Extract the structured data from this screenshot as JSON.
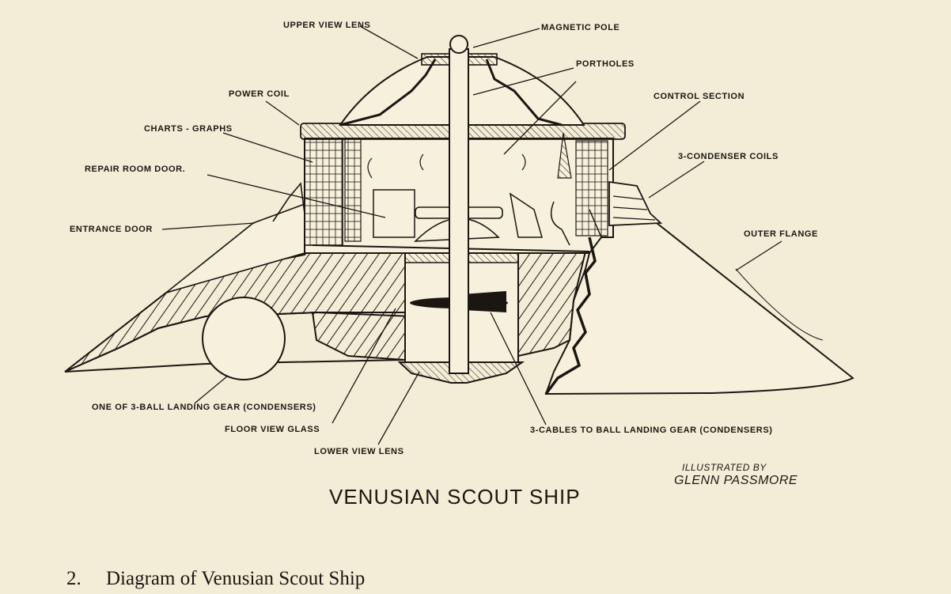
{
  "diagram": {
    "labels": {
      "upper_view_lens": "UPPER VIEW LENS",
      "magnetic_pole": "MAGNETIC POLE",
      "portholes": "PORTHOLES",
      "power_coil": "POWER COIL",
      "control_section": "CONTROL SECTION",
      "charts_graphs": "CHARTS - GRAPHS",
      "condenser_coils": "3-CONDENSER COILS",
      "repair_room_door": "REPAIR ROOM DOOR.",
      "entrance_door": "ENTRANCE DOOR",
      "outer_flange": "OUTER FLANGE",
      "ball_landing_gear": "ONE OF 3-BALL LANDING GEAR (CONDENSERS)",
      "floor_view_glass": "FLOOR VIEW GLASS",
      "cables": "3-CABLES TO BALL LANDING GEAR (CONDENSERS)",
      "lower_view_lens": "LOWER VIEW LENS"
    },
    "title": "VENUSIAN SCOUT SHIP",
    "credit_line1": "ILLUSTRATED BY",
    "credit_line2": "GLENN PASSMORE"
  },
  "caption": {
    "number": "2.",
    "text": "Diagram of Venusian Scout Ship"
  }
}
